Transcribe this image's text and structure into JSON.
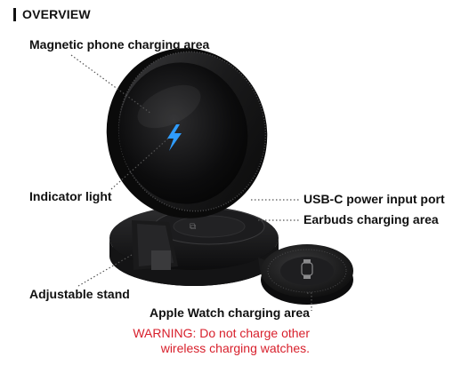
{
  "header": {
    "title": "OVERVIEW"
  },
  "labels": {
    "magnetic_area": "Magnetic phone charging area",
    "indicator_light": "Indicator light",
    "adjustable_stand": "Adjustable stand",
    "usbc_port": "USB-C power input port",
    "earbuds_area": "Earbuds charging area",
    "watch_area": "Apple Watch charging area"
  },
  "warning": {
    "line1": "WARNING: Do not charge other",
    "line2": "wireless charging watches."
  },
  "colors": {
    "warning": "#d8202c",
    "text": "#111111",
    "leader": "#555555"
  }
}
